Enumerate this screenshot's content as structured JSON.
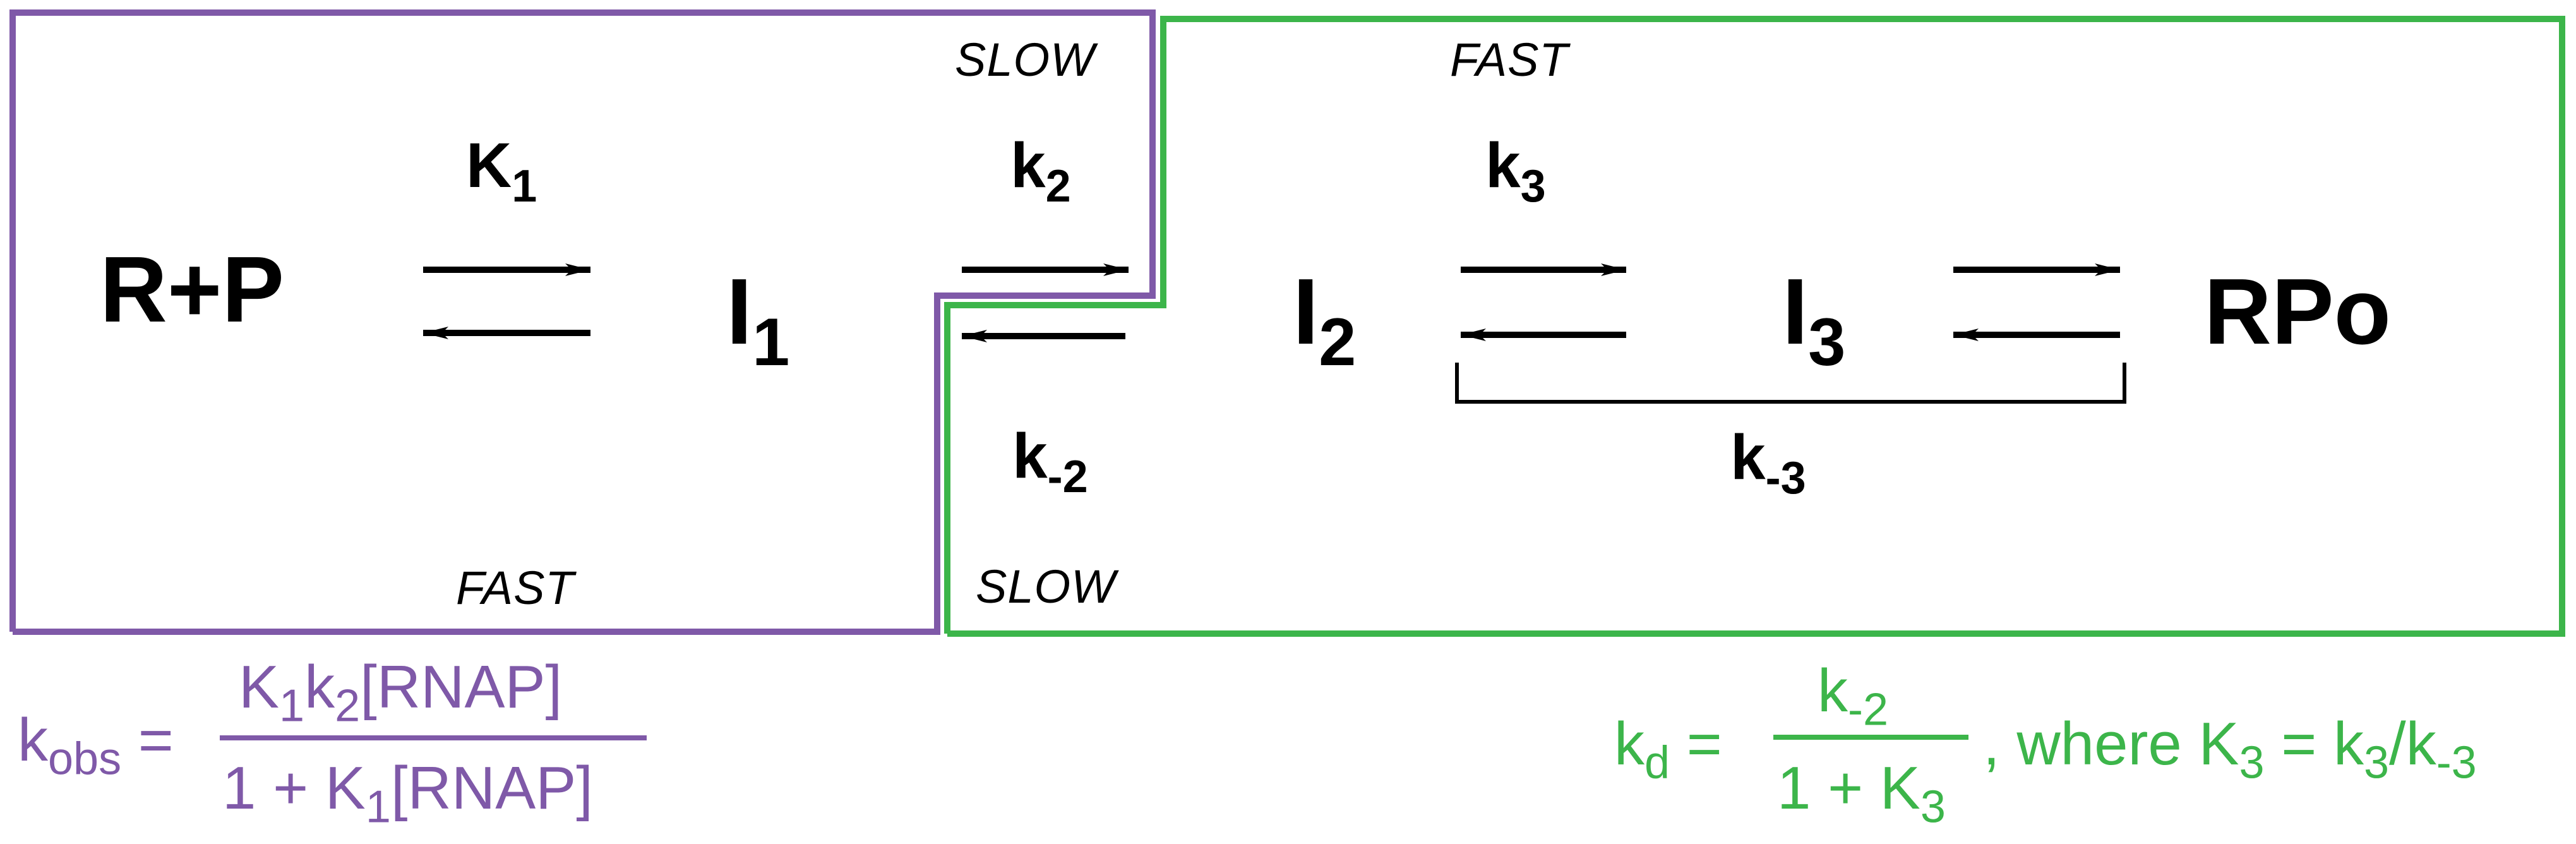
{
  "colors": {
    "purple": "#7f59a8",
    "green": "#3cb54a",
    "ink": "#000000"
  },
  "species": {
    "rp": "R+P",
    "i1_base": "I",
    "i1_sub": "1",
    "i2_base": "I",
    "i2_sub": "2",
    "i3_base": "I",
    "i3_sub": "3",
    "rpo": "RPo"
  },
  "rates": {
    "K1_base": "K",
    "K1_sub": "1",
    "k2_base": "k",
    "k2_sub": "2",
    "km2_base": "k",
    "km2_sub": "-2",
    "k3_base": "k",
    "k3_sub": "3",
    "km3_base": "k",
    "km3_sub": "-3"
  },
  "speeds": {
    "step1": "FAST",
    "step2_forward": "SLOW",
    "step3": "FAST",
    "step2_reverse": "SLOW"
  },
  "kobs_equation": {
    "lhs_base": "k",
    "lhs_sub": "obs",
    "equals": "=",
    "num_K": "K",
    "num_K_sub": "1",
    "num_k": "k",
    "num_k_sub": "2",
    "num_tail": "[RNAP]",
    "den_head": "1 + K",
    "den_K_sub": "1",
    "den_tail": "[RNAP]"
  },
  "kd_equation": {
    "lhs_base": "k",
    "lhs_sub": "d",
    "equals": "=",
    "num_k": "k",
    "num_k_sub": "-2",
    "den_head": "1 + K",
    "den_K_sub": "3",
    "where_text": ", where K",
    "where_K_sub": "3",
    "where_eq": " = k",
    "where_k3_sub": "3",
    "where_slash": "/k",
    "where_km3_sub": "-3"
  }
}
